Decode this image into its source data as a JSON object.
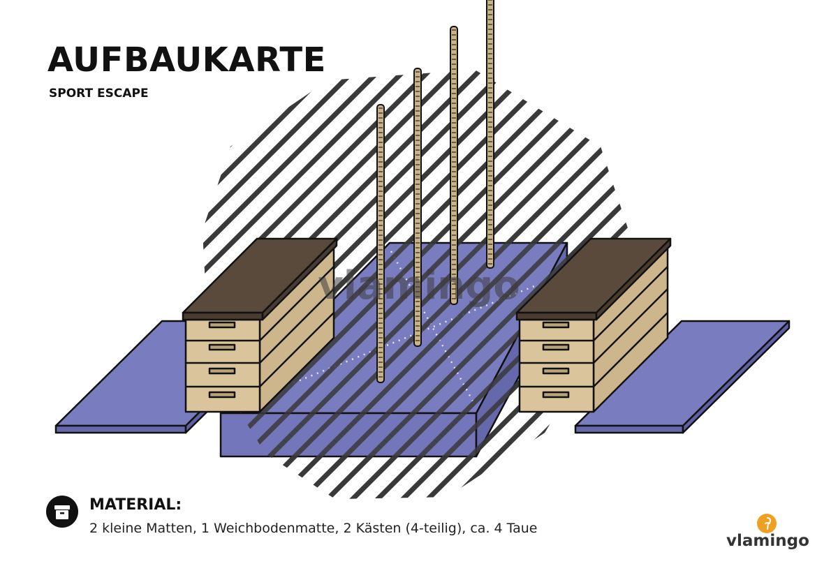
{
  "header": {
    "title": "AUFBAUKARTE",
    "subtitle": "SPORT ESCAPE"
  },
  "material": {
    "heading": "MATERIAL:",
    "text": "2 kleine Matten, 1 Weichbodenmatte, 2 Kästen (4-teilig), ca. 4 Taue",
    "icon": "storage-box-icon"
  },
  "brand": {
    "watermark": "vlamingo",
    "logo_text": "vlamingo",
    "logo_icon": "flamingo-icon"
  },
  "colors": {
    "mat": "#7a7cc0",
    "box_wood": "#d9c49c",
    "box_top": "#5a4a3c",
    "rope": "#c8b48c",
    "hatch": "#3a3a3a",
    "logo_accent": "#f0a020"
  }
}
